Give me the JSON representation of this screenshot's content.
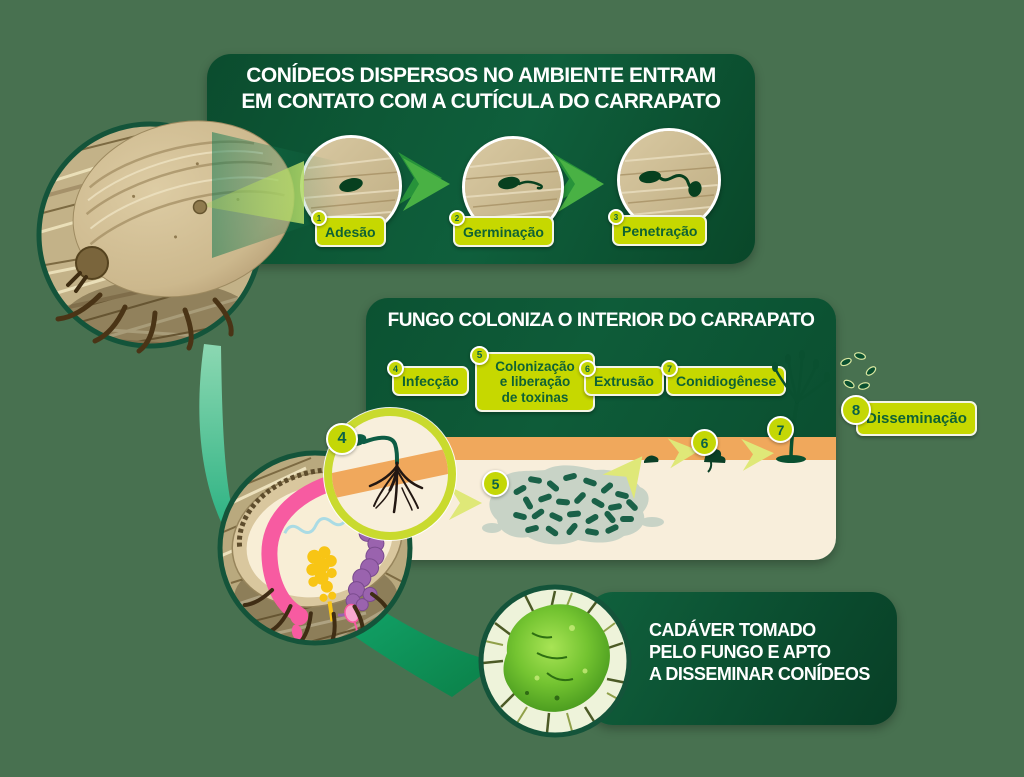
{
  "panel1": {
    "title_lines": [
      "CONÍDEOS DISPERSOS NO AMBIENTE ENTRAM",
      "EM CONTATO COM A CUTÍCULA DO CARRAPATO"
    ],
    "steps": [
      {
        "n": "1",
        "label": "Adesão"
      },
      {
        "n": "2",
        "label": "Germinação"
      },
      {
        "n": "3",
        "label": "Penetração"
      }
    ]
  },
  "panel2": {
    "title": "FUNGO COLONIZA O INTERIOR DO CARRAPATO",
    "steps": [
      {
        "n": "4",
        "label": "Infecção"
      },
      {
        "n": "5",
        "label": "Colonização e liberação de toxinas",
        "lines": [
          "Colonização",
          "e liberação",
          "de toxinas"
        ]
      },
      {
        "n": "6",
        "label": "Extrusão"
      },
      {
        "n": "7",
        "label": "Conidiogênese"
      },
      {
        "n": "8",
        "label": "Disseminação"
      }
    ]
  },
  "panel3": {
    "title_lines": [
      "CADÁVER TOMADO",
      "PELO FUNGO E APTO",
      "A DISSEMINAR CONÍDEOS"
    ]
  },
  "colors": {
    "background": "#487150",
    "panel_green": "#0d5836",
    "label_chartreuse": "#c6d800",
    "label_text_green": "#0f6234",
    "cuticle_orange": "#f0a85c",
    "interior_cream": "#f8eedb",
    "arrow_teal": "#00a06c",
    "spore_dark_green": "#0a5030"
  }
}
